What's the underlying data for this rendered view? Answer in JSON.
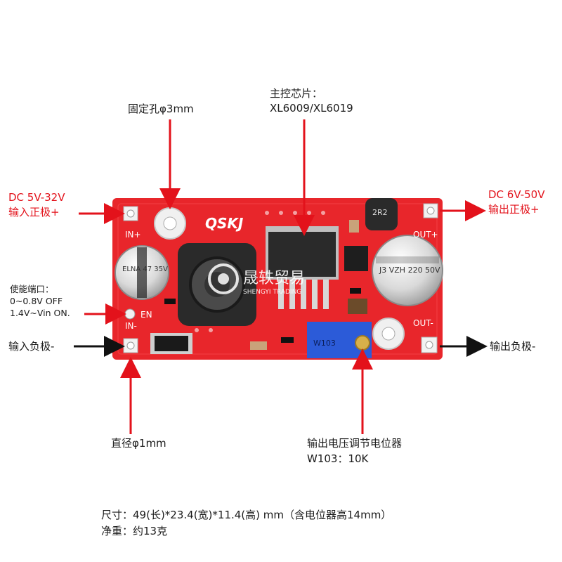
{
  "labels": {
    "mount_hole": "固定孔φ3mm",
    "chip_line1": "主控芯片：",
    "chip_line2": "XL6009/XL6019",
    "input_voltage": "DC 5V-32V",
    "input_positive": "输入正极+",
    "output_voltage": "DC 6V-50V",
    "output_positive": "输出正极+",
    "enable_title": "使能端口：",
    "enable_off": "0~0.8V OFF",
    "enable_on": "1.4V~Vin ON.",
    "input_negative": "输入负极-",
    "output_negative": "输出负极-",
    "diameter": "直径φ1mm",
    "pot_line1": "输出电压调节电位器",
    "pot_line2": "W103：10K",
    "size": "尺寸：49(长)*23.4(宽)*11.4(高) mm（含电位器高14mm）",
    "weight": "净重：约13克"
  },
  "board": {
    "brand": "QSKJ",
    "in_plus": "IN+",
    "in_minus": "IN-",
    "en": "EN",
    "out_plus": "OUT+",
    "out_minus": "OUT-",
    "inductor_code": "2R2",
    "cap_in": "ELNA 47 35V",
    "cap_out": "J3 VZH 220 50V",
    "pot_code": "W103"
  },
  "watermark": {
    "cn": "晟轶贸易",
    "en": "SHENGYI TRADING"
  },
  "colors": {
    "pcb": "#e8262b",
    "accent_red": "#e3121b",
    "arrow_black": "#111111",
    "pot_blue": "#2c5bd8"
  }
}
